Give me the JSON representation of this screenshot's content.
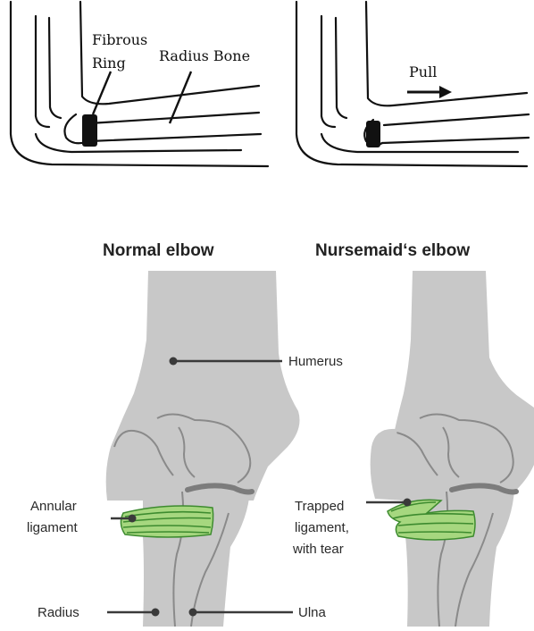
{
  "sketch": {
    "label_fibrous_1": "Fibrous",
    "label_fibrous_2": "Ring",
    "label_radius_bone": "Radius Bone",
    "label_pull": "Pull"
  },
  "illustration": {
    "title_normal": "Normal elbow",
    "title_nursemaid": "Nursemaid‘s elbow",
    "label_humerus": "Humerus",
    "label_annular_1": "Annular",
    "label_annular_2": "ligament",
    "label_trapped_1": "Trapped",
    "label_trapped_2": "ligament,",
    "label_trapped_3": "with tear",
    "label_radius": "Radius",
    "label_ulna": "Ulna"
  },
  "colors": {
    "bone_fill": "#c8c8c8",
    "bone_line": "#8a8a8a",
    "ligament_fill": "#a6d77f",
    "ligament_line": "#3d8b2f",
    "leader_line": "#3a3a3a"
  }
}
